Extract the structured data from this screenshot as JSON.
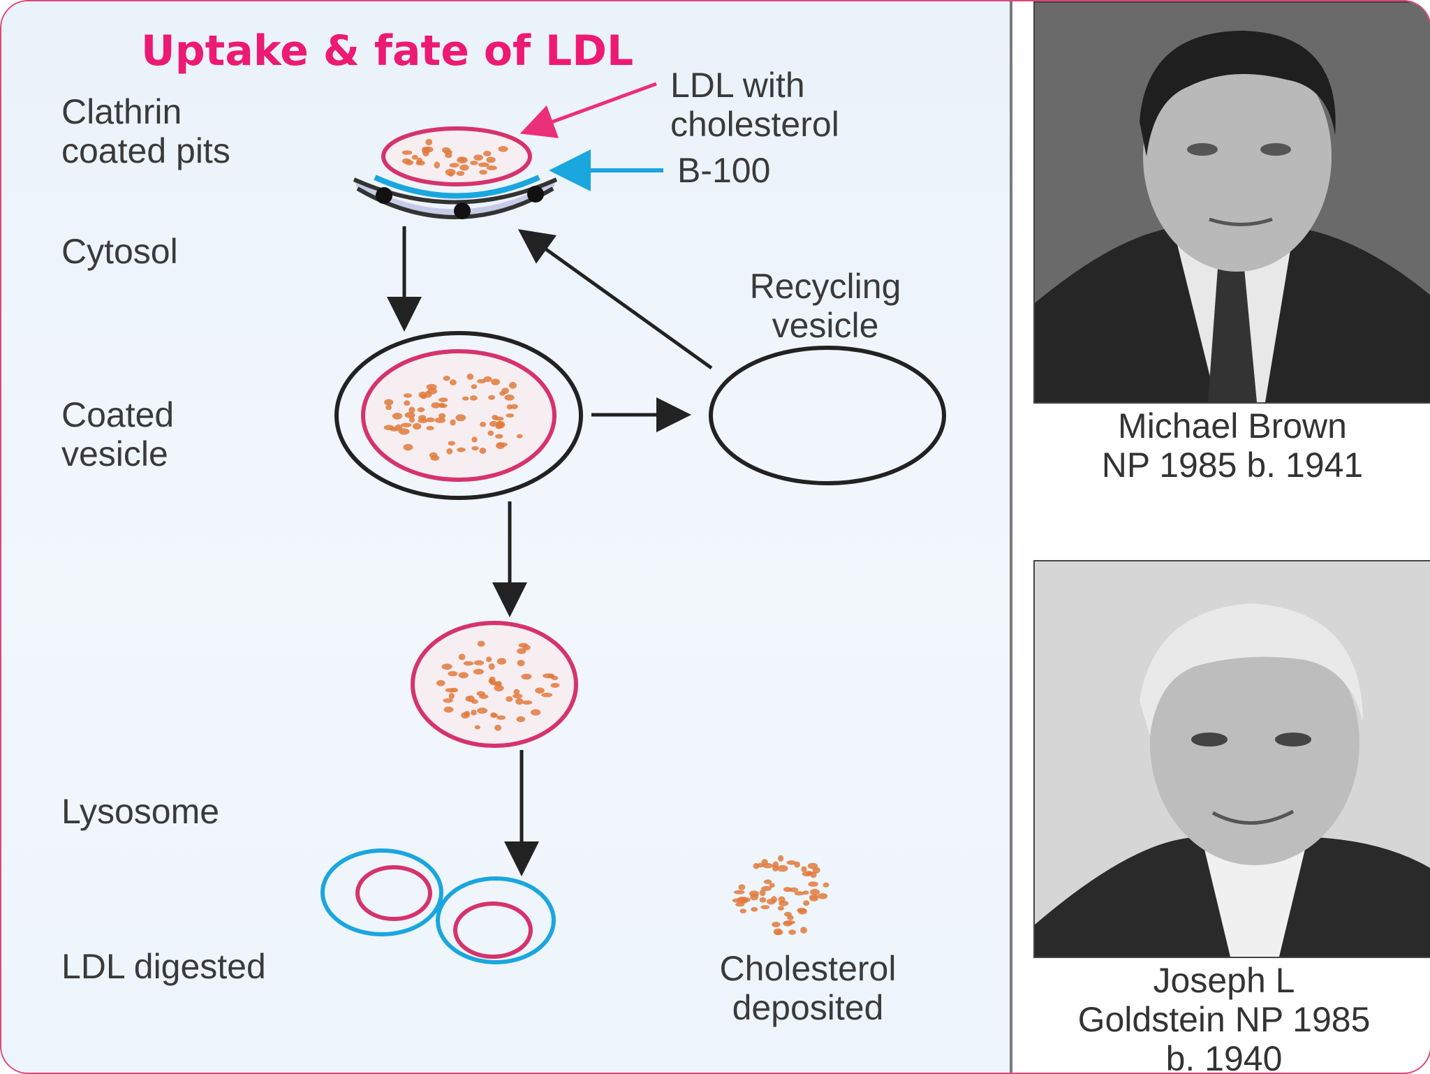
{
  "title": "Uptake & fate of LDL",
  "diagram": {
    "labels": {
      "clathrin_line1": "Clathrin",
      "clathrin_line2": "coated pits",
      "ldl_line1": "LDL with",
      "ldl_line2": "cholesterol",
      "b100": "B-100",
      "cytosol": "Cytosol",
      "recycling_line1": "Recycling",
      "recycling_line2": "vesicle",
      "coated_line1": "Coated",
      "coated_line2": "vesicle",
      "lysosome": "Lysosome",
      "ldl_digested": "LDL digested",
      "cholesterol_line1": "Cholesterol",
      "cholesterol_line2": "deposited"
    },
    "colors": {
      "title": "#ec1a72",
      "ldl_membrane": "#d6336c",
      "receptor": "#1aa6df",
      "cholesterol_particles": "#e07a3c",
      "arrow": "#222222"
    }
  },
  "portraits": [
    {
      "caption_line1": "Michael Brown",
      "caption_line2": "NP 1985 b. 1941"
    },
    {
      "caption_line1": "Joseph L",
      "caption_line2": "Goldstein NP 1985",
      "caption_line3": "b. 1940"
    }
  ]
}
